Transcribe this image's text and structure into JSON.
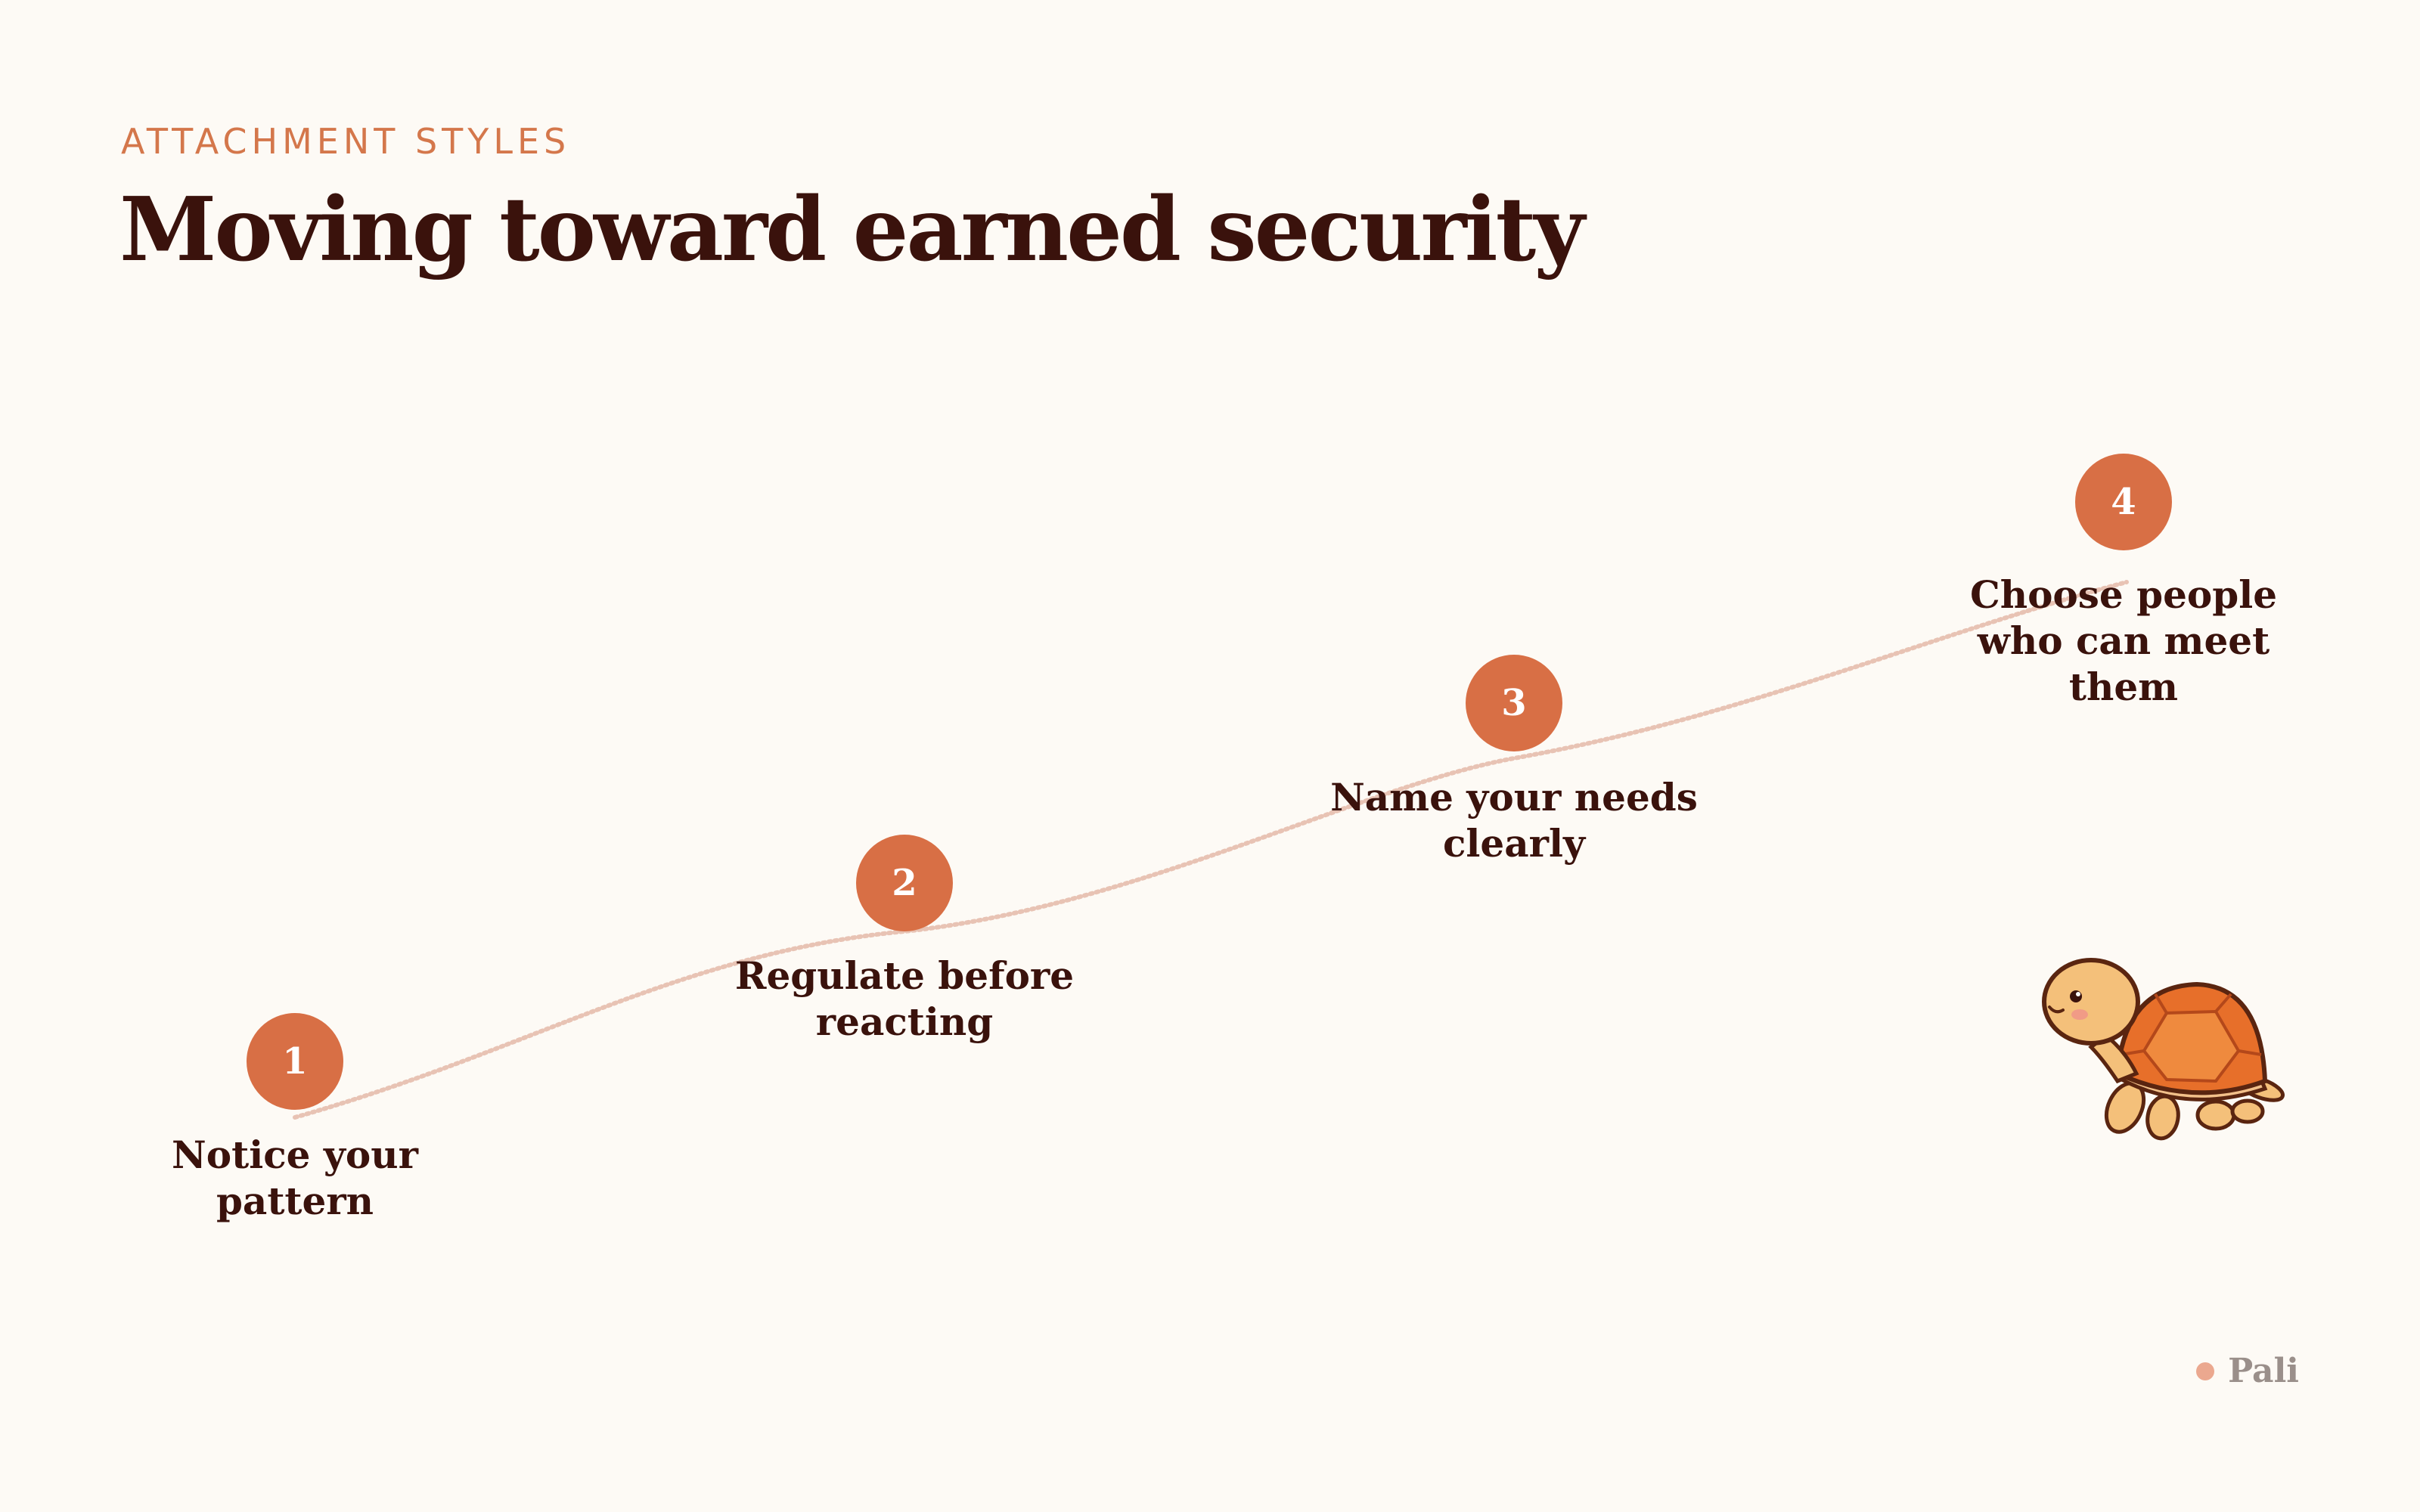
{
  "eyebrow": "ATTACHMENT STYLES",
  "title": "Moving toward earned security",
  "steps": [
    {
      "number": "1",
      "label_line1": "Notice your",
      "label_line2": "pattern",
      "label_line3": ""
    },
    {
      "number": "2",
      "label_line1": "Regulate before",
      "label_line2": "reacting",
      "label_line3": ""
    },
    {
      "number": "3",
      "label_line1": "Name your needs",
      "label_line2": "clearly",
      "label_line3": ""
    },
    {
      "number": "4",
      "label_line1": "Choose people",
      "label_line2": "who can meet",
      "label_line3": "them"
    }
  ],
  "brand": {
    "name": "Pali"
  },
  "mascot": {
    "icon": "turtle-icon"
  },
  "colors": {
    "accent": "#d86f45",
    "eyebrow": "#d4774b",
    "text": "#3a120c",
    "background": "#fdfaf5",
    "path": "#e8c3b4"
  }
}
